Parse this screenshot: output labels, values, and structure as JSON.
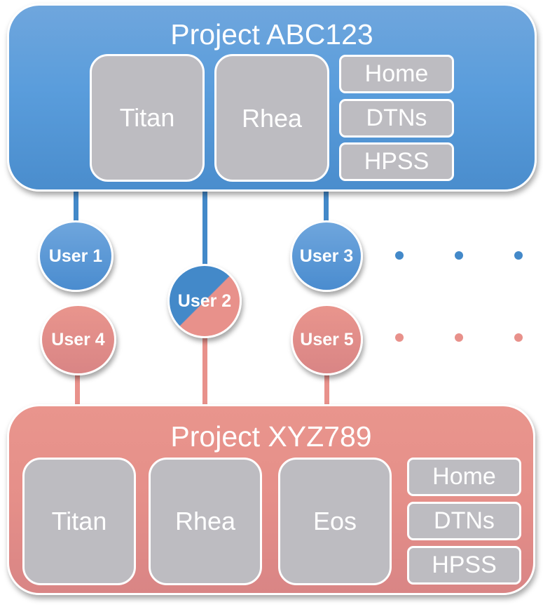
{
  "colors": {
    "project_a": "#4a8dcd",
    "project_b": "#e58f89",
    "resource": "#bdbcc1",
    "connector_blue": "#4389c9",
    "connector_red": "#e8918b"
  },
  "projects": [
    {
      "title": "Project ABC123",
      "systems": [
        "Titan",
        "Rhea"
      ],
      "storage": [
        "Home",
        "DTNs",
        "HPSS"
      ]
    },
    {
      "title": "Project XYZ789",
      "systems": [
        "Titan",
        "Rhea",
        "Eos"
      ],
      "storage": [
        "Home",
        "DTNs",
        "HPSS"
      ]
    }
  ],
  "users": [
    {
      "label": "User 1",
      "membership": [
        "Project ABC123"
      ]
    },
    {
      "label": "User 2",
      "membership": [
        "Project ABC123",
        "Project XYZ789"
      ]
    },
    {
      "label": "User 3",
      "membership": [
        "Project ABC123"
      ]
    },
    {
      "label": "User 4",
      "membership": [
        "Project XYZ789"
      ]
    },
    {
      "label": "User 5",
      "membership": [
        "Project XYZ789"
      ]
    }
  ],
  "continuation": {
    "project_a_more_users": "...",
    "project_b_more_users": "..."
  }
}
